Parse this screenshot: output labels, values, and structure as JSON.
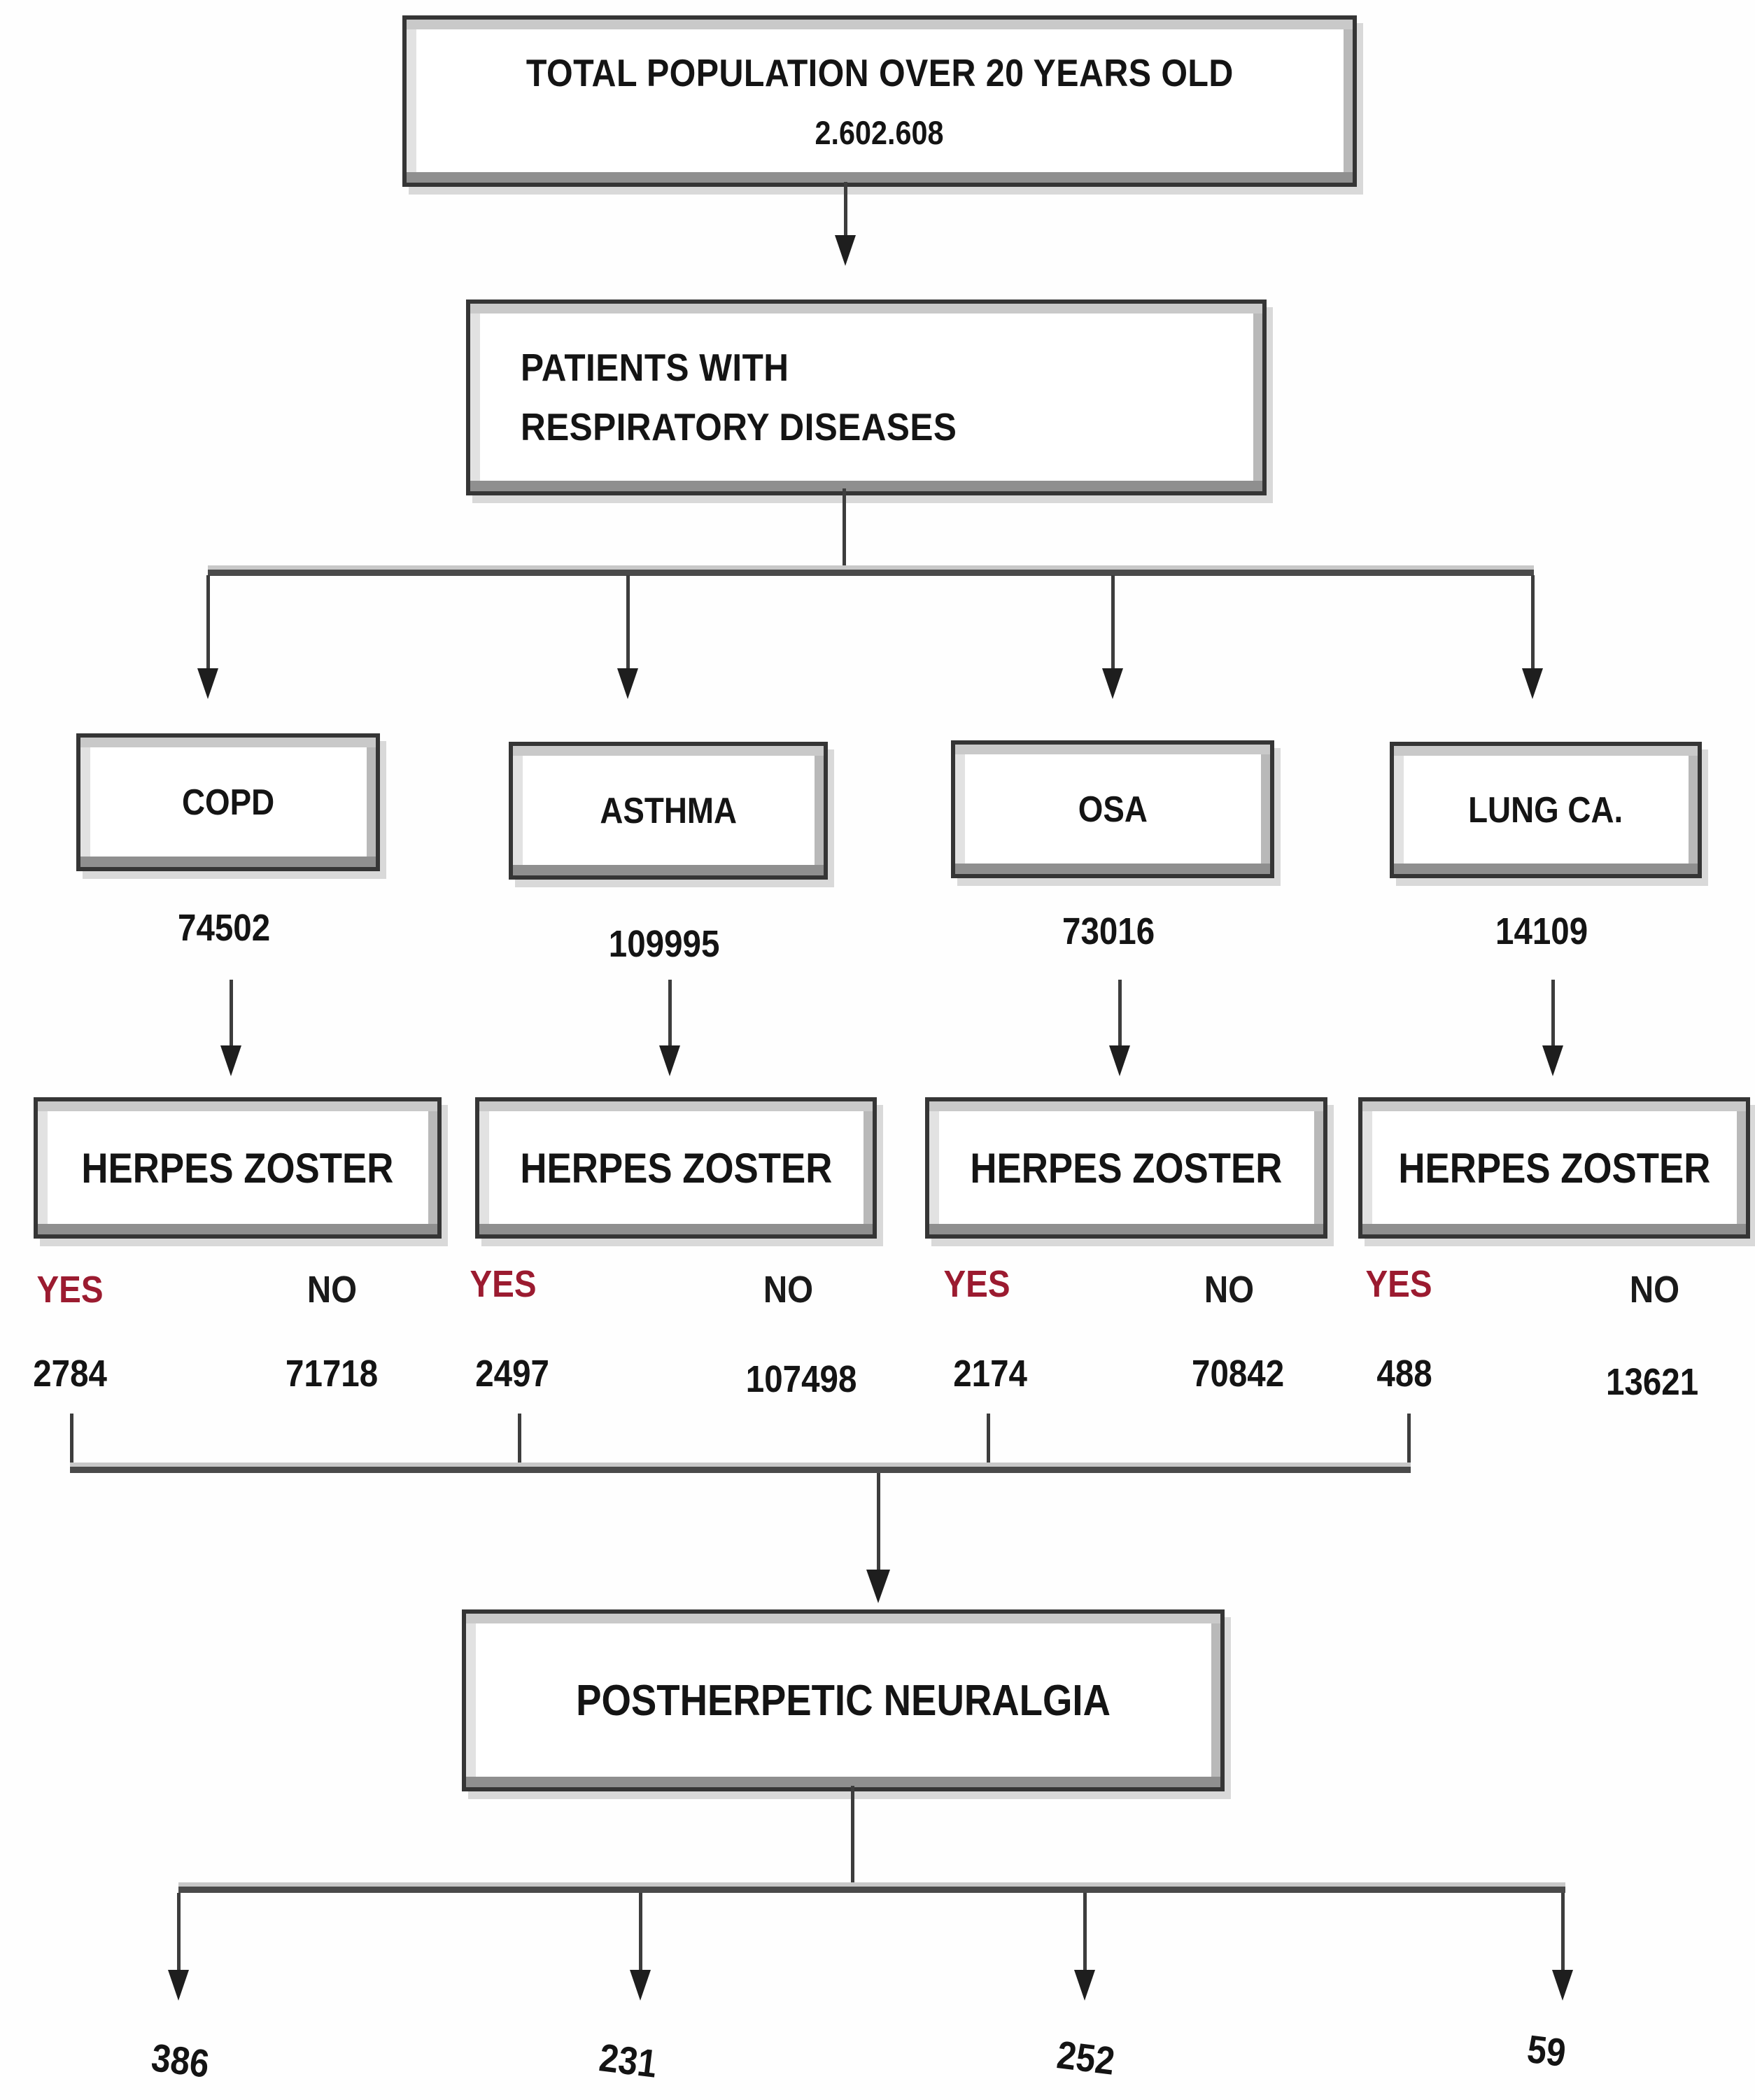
{
  "flowchart": {
    "total_box": {
      "label": "TOTAL POPULATION OVER 20 YEARS OLD",
      "value": "2.602.608"
    },
    "patients_box": {
      "label": "PATIENTS WITH RESPIRATORY DISEASES"
    },
    "herpes_zoster_label": "HERPES ZOSTER",
    "yes_label": "YES",
    "no_label": "NO",
    "diseases": [
      {
        "name": "COPD",
        "total": "74502",
        "herpes_yes": "2784",
        "herpes_no": "71718",
        "postherpetic_neuralgia": "386"
      },
      {
        "name": "ASTHMA",
        "total": "109995",
        "herpes_yes": "2497",
        "herpes_no": "107498",
        "postherpetic_neuralgia": "231"
      },
      {
        "name": "OSA",
        "total": "73016",
        "herpes_yes": "2174",
        "herpes_no": "70842",
        "postherpetic_neuralgia": "252"
      },
      {
        "name": "LUNG CA.",
        "total": "14109",
        "herpes_yes": "488",
        "herpes_no": "13621",
        "postherpetic_neuralgia": "59"
      }
    ],
    "phn_box": {
      "label": "POSTHERPETIC NEURALGIA"
    }
  },
  "colors": {
    "yes_text": "#9b1b30",
    "no_text": "#1a1a1a",
    "line": "#3d3d3d",
    "box_border": "#353535",
    "background": "#fefefe"
  }
}
